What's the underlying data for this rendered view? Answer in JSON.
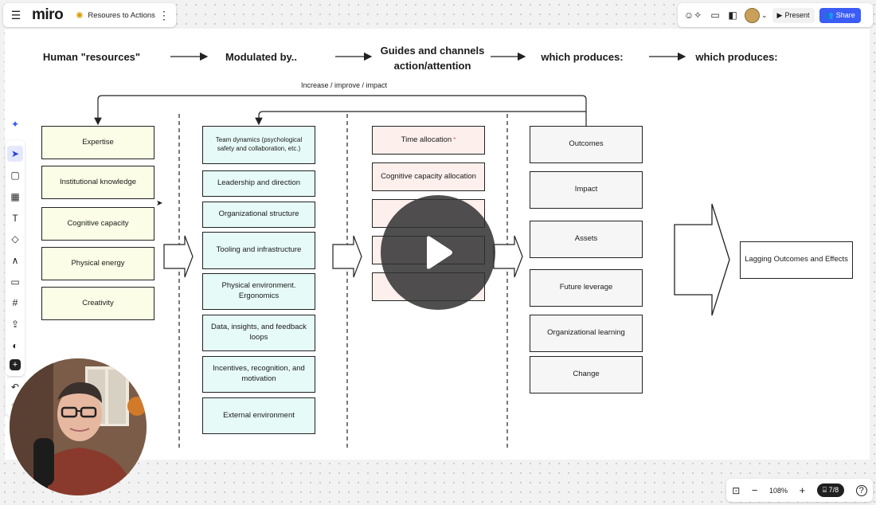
{
  "app": {
    "logo": "miro",
    "board_name": "Resoures to Actions",
    "present_label": "Present",
    "share_label": "Share"
  },
  "headers": [
    "Human \"resources\"",
    "Modulated by..",
    "Guides and channels action/attention",
    "which produces:",
    "which produces:"
  ],
  "loop_label": "Increase / improve / impact",
  "columns": {
    "resources": [
      "Expertise",
      "Institutional knowledge",
      "Cognitive capacity",
      "Physical energy",
      "Creativity"
    ],
    "modulators": [
      "Team dynamics (psychological safety and collaboration, etc.)",
      "Leadership and direction",
      "Organizational structure",
      "Tooling and infrastructure",
      "Physical environment. Ergonomics",
      "Data, insights, and feedback loops",
      "Incentives, recognition, and motivation",
      "External environment"
    ],
    "allocation": [
      "Time allocation",
      "Cognitive capacity allocation",
      "",
      "",
      ""
    ],
    "outputs": [
      "Outcomes",
      "Impact",
      "Assets",
      "Future leverage",
      "Organizational learning",
      "Change"
    ],
    "lagging": "Lagging Outcomes and Effects"
  },
  "bottom": {
    "zoom": "108%",
    "page": "7/8"
  },
  "colors": {
    "resources_fill": "#fbfde6",
    "modulators_fill": "#e6faf7",
    "allocation_fill": "#fdefec",
    "outputs_fill": "#f6f6f6",
    "share_button": "#3b5cf5"
  }
}
